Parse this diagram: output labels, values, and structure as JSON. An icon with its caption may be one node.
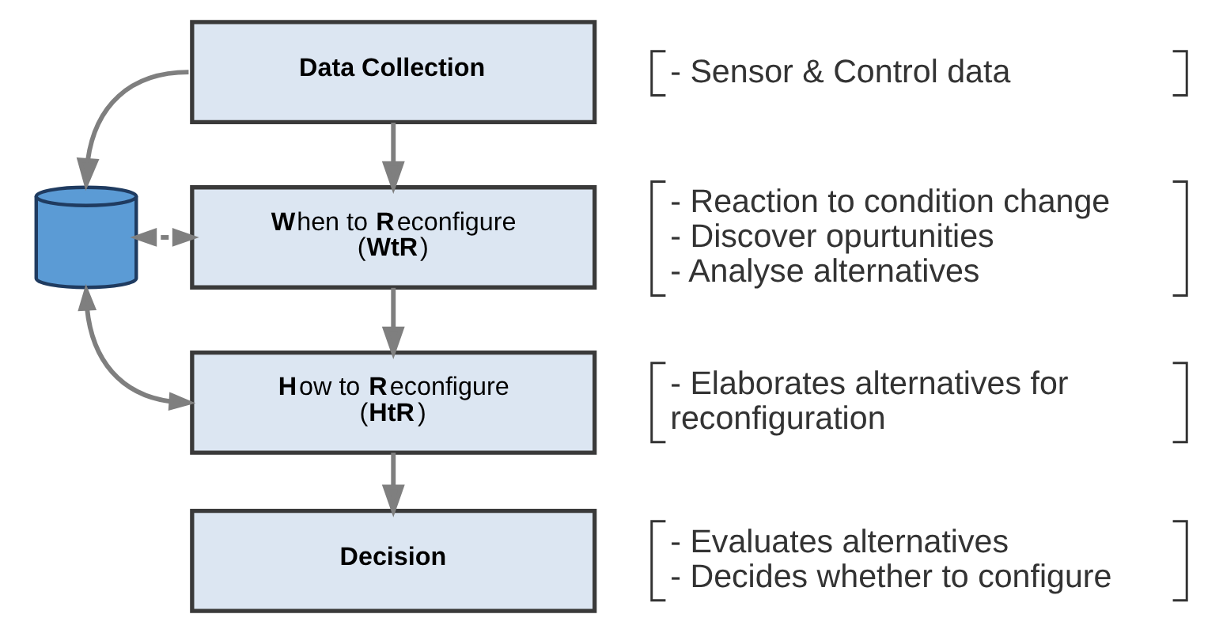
{
  "diagram": {
    "nodes": [
      {
        "text": [
          "Data Collection"
        ],
        "beside": [
          "- Sensor & Control data"
        ]
      },
      {
        "text": [
          "**W**hen to **R**econfigure",
          "(**WtR**)"
        ],
        "beside": [
          "- Reaction to condition change",
          "- Discover opurtunities",
          "- Analyse alternatives"
        ]
      },
      {
        "text": [
          "**H**ow to **R**econfigure",
          "(**HtR**)"
        ],
        "beside": [
          "- Elaborates alternatives for reconfiguration"
        ]
      },
      {
        "text": [
          "Decision"
        ],
        "beside": [
          "- Evaluates alternatives",
          "- Decides whether to configure"
        ]
      },
      {
        "text": [],
        "shape": "cylinder"
      }
    ],
    "edges": [
      {
        "from": 0,
        "to": 1,
        "arrow": "to"
      },
      {
        "from": 1,
        "to": 2,
        "arrow": "to"
      },
      {
        "from": 2,
        "to": 3,
        "arrow": "to"
      },
      {
        "from": 0,
        "to": 4,
        "arrow": "to"
      },
      {
        "from": 4,
        "to": 1,
        "arrow": "both"
      },
      {
        "from": 4,
        "to": 2,
        "arrow": "both"
      }
    ]
  }
}
